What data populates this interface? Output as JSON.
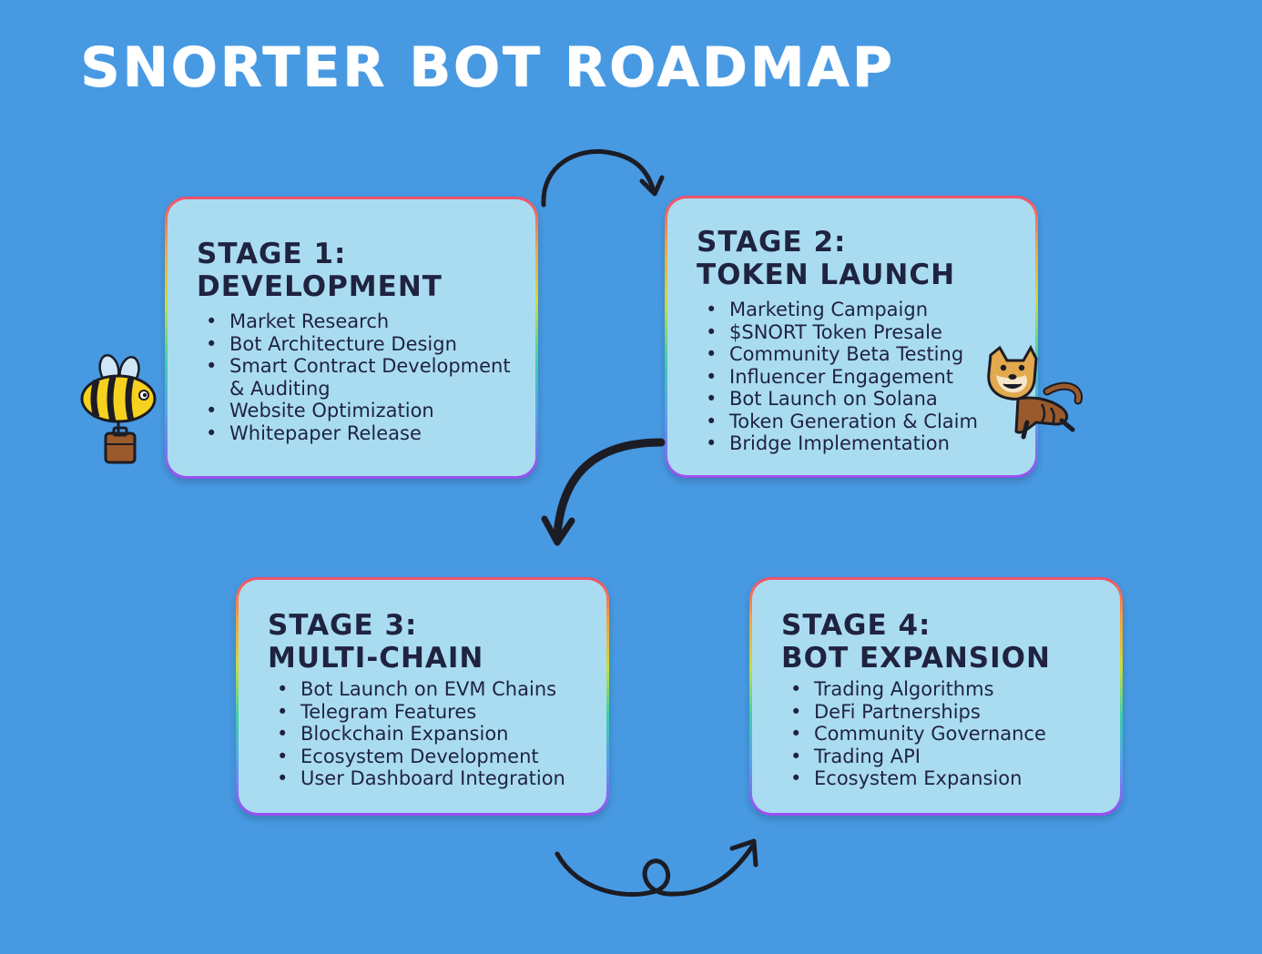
{
  "title": "SNORTER BOT ROADMAP",
  "stages": [
    {
      "title_line1": "STAGE 1:",
      "title_line2": "DEVELOPMENT",
      "items": [
        "Market Research",
        "Bot Architecture Design",
        "Smart Contract Development & Auditing",
        "Website Optimization",
        "Whitepaper Release"
      ]
    },
    {
      "title_line1": "STAGE 2:",
      "title_line2": "TOKEN LAUNCH",
      "items": [
        "Marketing Campaign",
        "$SNORT Token Presale",
        "Community Beta Testing",
        "Influencer Engagement",
        "Bot Launch on Solana",
        "Token Generation & Claim",
        "Bridge Implementation"
      ]
    },
    {
      "title_line1": "STAGE 3:",
      "title_line2": "MULTI-CHAIN",
      "items": [
        "Bot Launch on EVM Chains",
        "Telegram Features",
        "Blockchain Expansion",
        "Ecosystem Development",
        "User Dashboard Integration"
      ]
    },
    {
      "title_line1": "STAGE 4:",
      "title_line2": "BOT EXPANSION",
      "items": [
        "Trading Algorithms",
        "DeFi Partnerships",
        "Community Governance",
        "Trading API",
        "Ecosystem Expansion"
      ]
    }
  ],
  "illustrations": [
    "bee-with-briefcase",
    "doge-dog-mascot"
  ],
  "colors": {
    "background": "#4799e2",
    "card_fill": "#aadcf1",
    "text_dark": "#1f2340",
    "title_text": "#ffffff",
    "arrow": "#1c1c24"
  }
}
